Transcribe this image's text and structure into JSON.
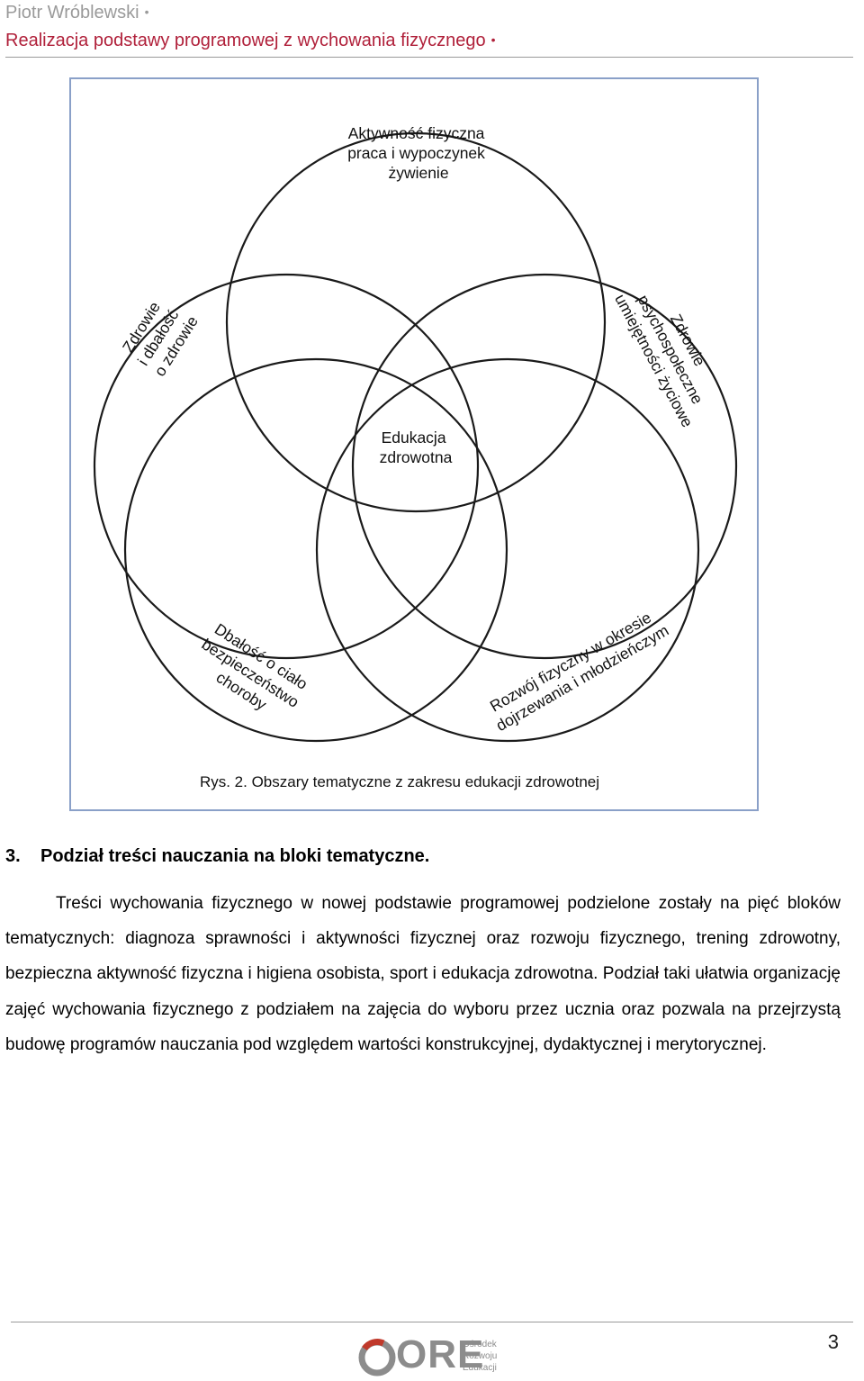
{
  "header": {
    "author": "Piotr Wróblewski",
    "title": "Realizacja podstawy programowej z wychowania fizycznego",
    "bullet": "•"
  },
  "figure": {
    "labels": {
      "top": [
        "Aktywność fizyczna",
        "praca i wypoczynek",
        "żywienie"
      ],
      "left": [
        "Zdrowie",
        "i dbałość",
        "o zdrowie"
      ],
      "right": [
        "Zdrowie",
        "psychospołeczne",
        "umiejętności życiowe"
      ],
      "center": [
        "Edukacja",
        "zdrowotna"
      ],
      "bottom_left": [
        "Dbałość o ciało",
        "bezpieczeństwo",
        "choroby"
      ],
      "bottom_right": [
        "Rozwój fizyczny w okresie",
        "dojrzewania i młodzieńczym"
      ]
    },
    "caption": "Rys. 2. Obszary tematyczne z zakresu edukacji zdrowotnej",
    "line_color": "#1a1a1a",
    "frame_color": "#8aa0c8"
  },
  "section": {
    "number": "3.",
    "heading": "Podział treści nauczania na bloki tematyczne."
  },
  "body": {
    "paragraph": "Treści wychowania fizycznego w nowej podstawie programowej podzielone zostały na pięć bloków tematycznych: diagnoza sprawności i aktywności fizycznej oraz rozwoju fizycznego, trening zdrowotny, bezpieczna aktywność fizyczna i higiena osobista, sport i edukacja zdrowotna. Podział taki ułatwia organizację zajęć wychowania fizycznego z podziałem na zajęcia do wyboru przez ucznia oraz pozwala na przejrzystą budowę programów nauczania pod względem wartości konstrukcyjnej, dydaktycznej i merytorycznej."
  },
  "footer": {
    "page_number": "3",
    "logo_letters": "ORE",
    "logo_sub": [
      "Ośrodek",
      "Rozwoju",
      "Edukacji"
    ],
    "logo_accent": "#c0392b"
  }
}
